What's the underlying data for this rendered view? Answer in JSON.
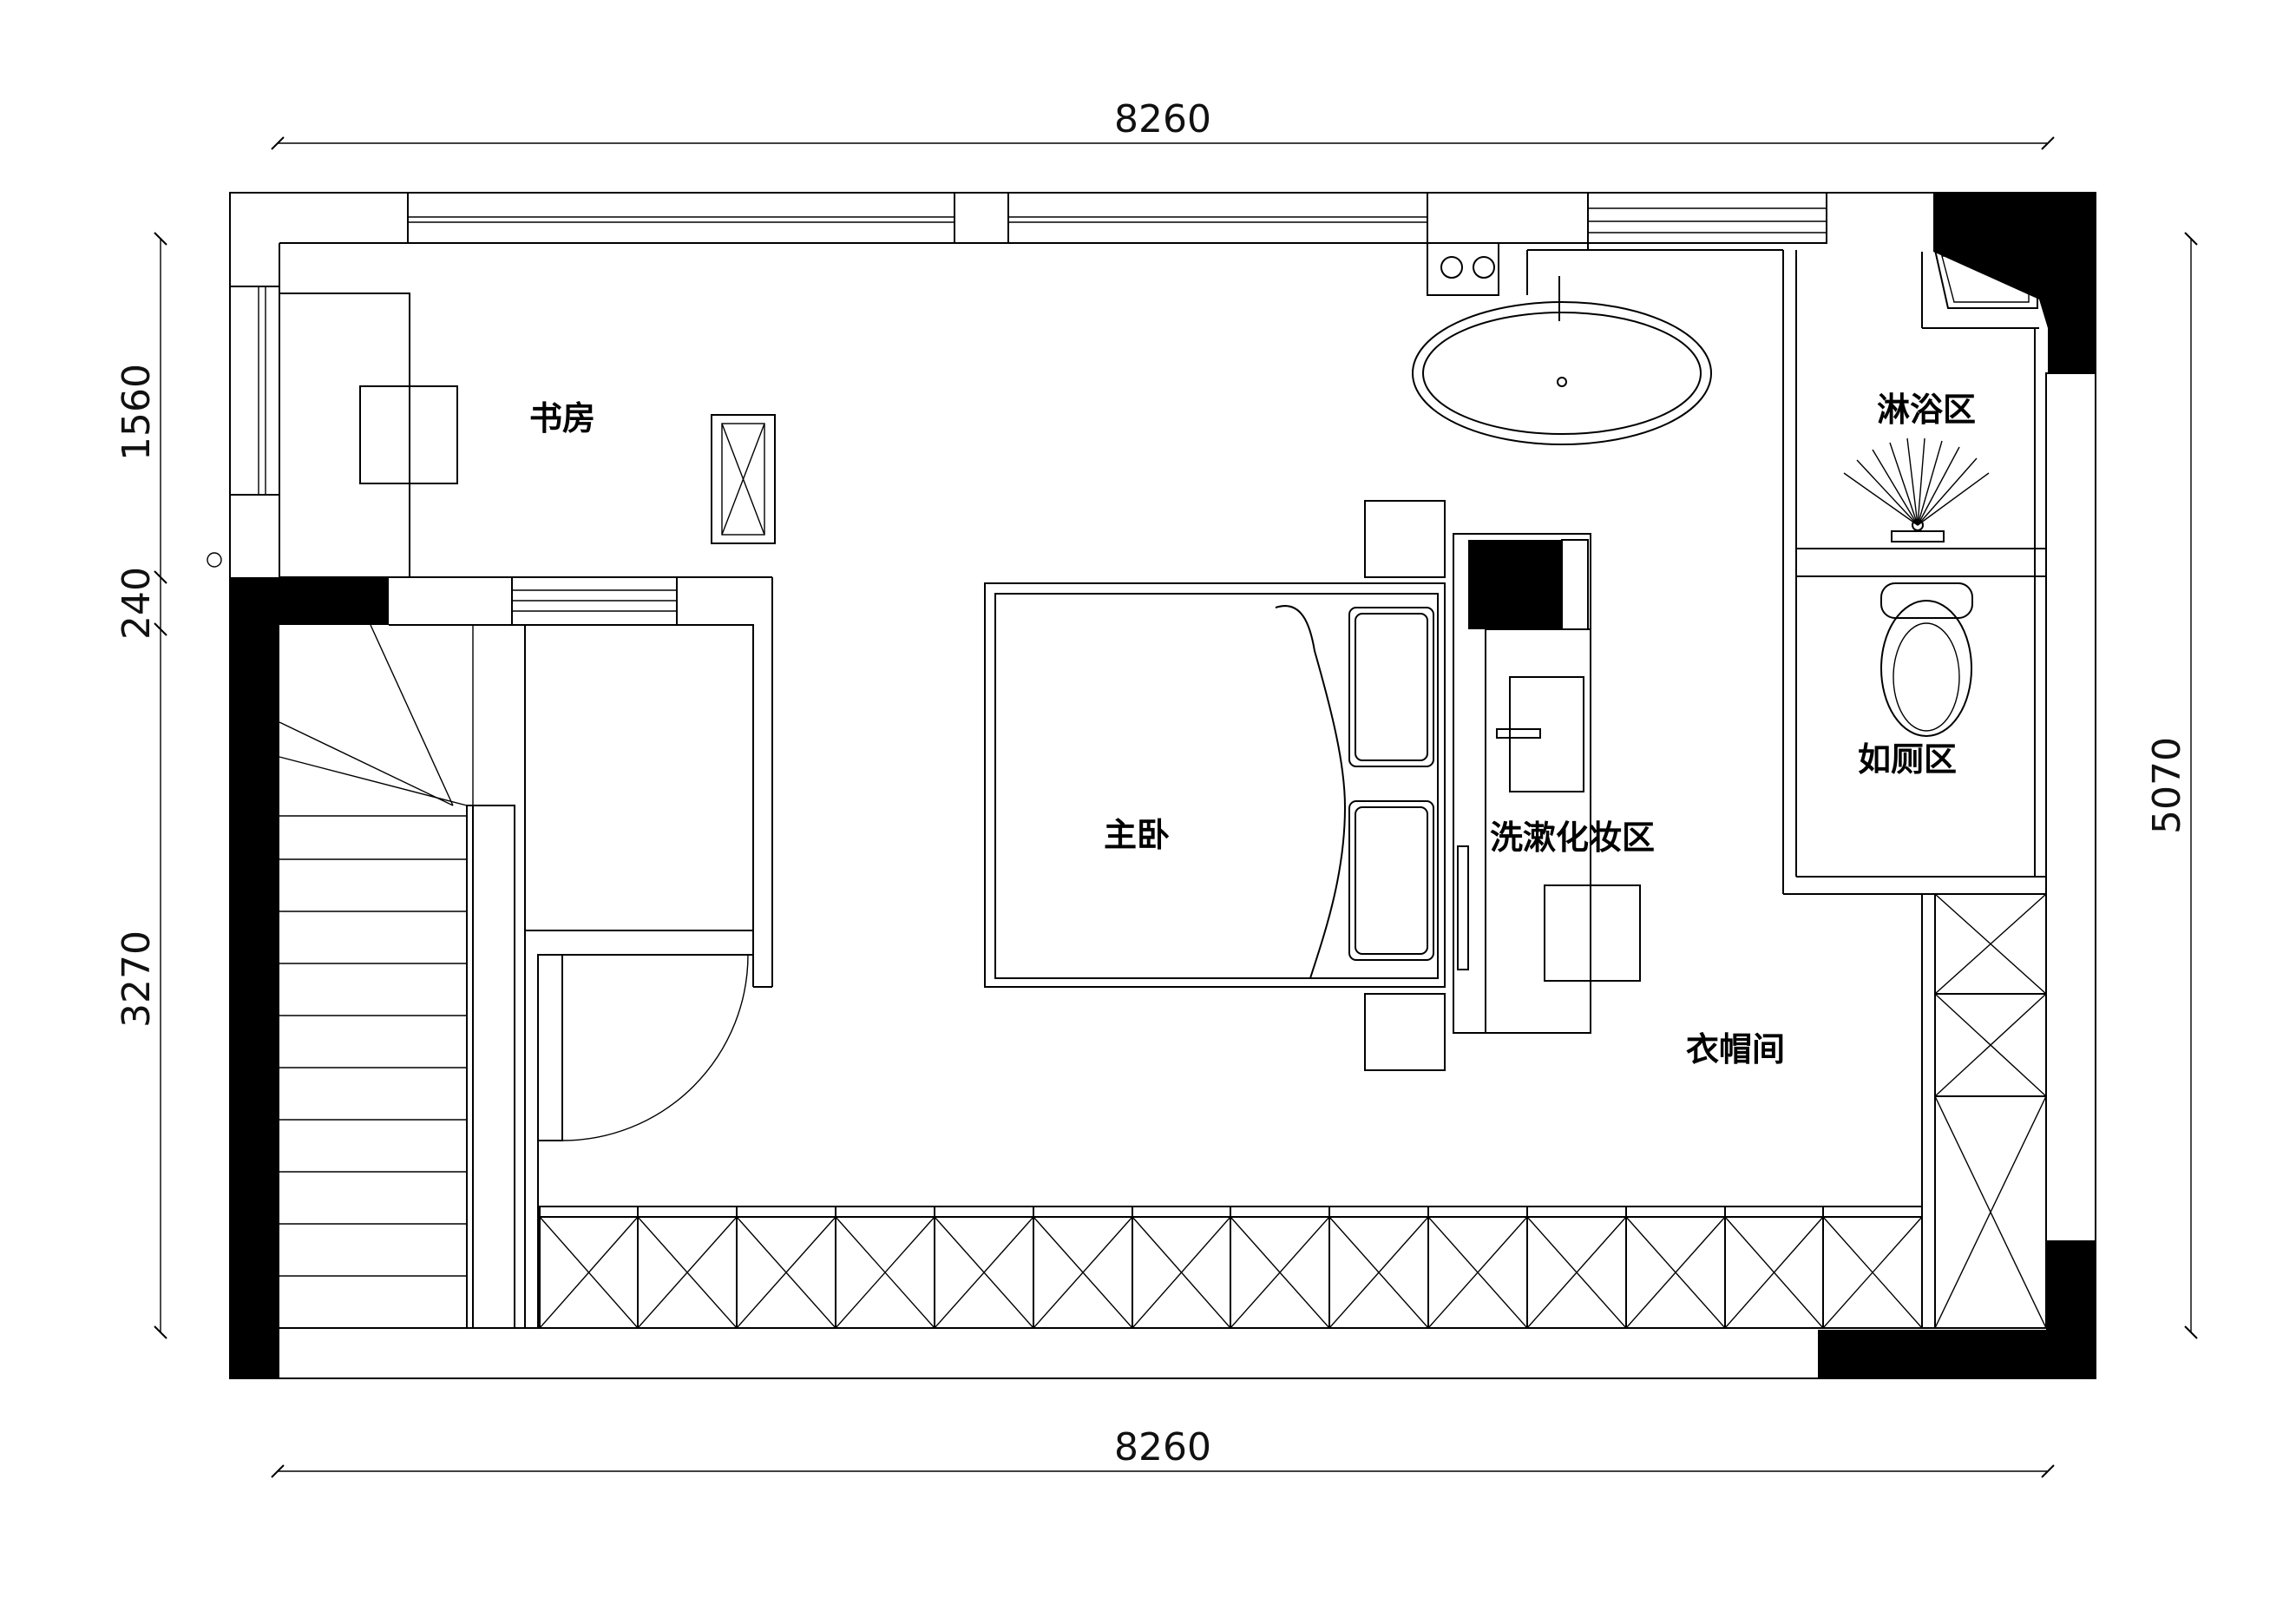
{
  "dimensions": {
    "top": "8260",
    "bottom": "8260",
    "left_upper": "1560",
    "left_middle": "240",
    "left_lower": "3270",
    "right": "5070"
  },
  "rooms": {
    "study": "书房",
    "master_bedroom": "主卧",
    "vanity_area": "洗漱化妆区",
    "shower_area": "淋浴区",
    "toilet_area": "如厕区",
    "cloakroom": "衣帽间"
  }
}
